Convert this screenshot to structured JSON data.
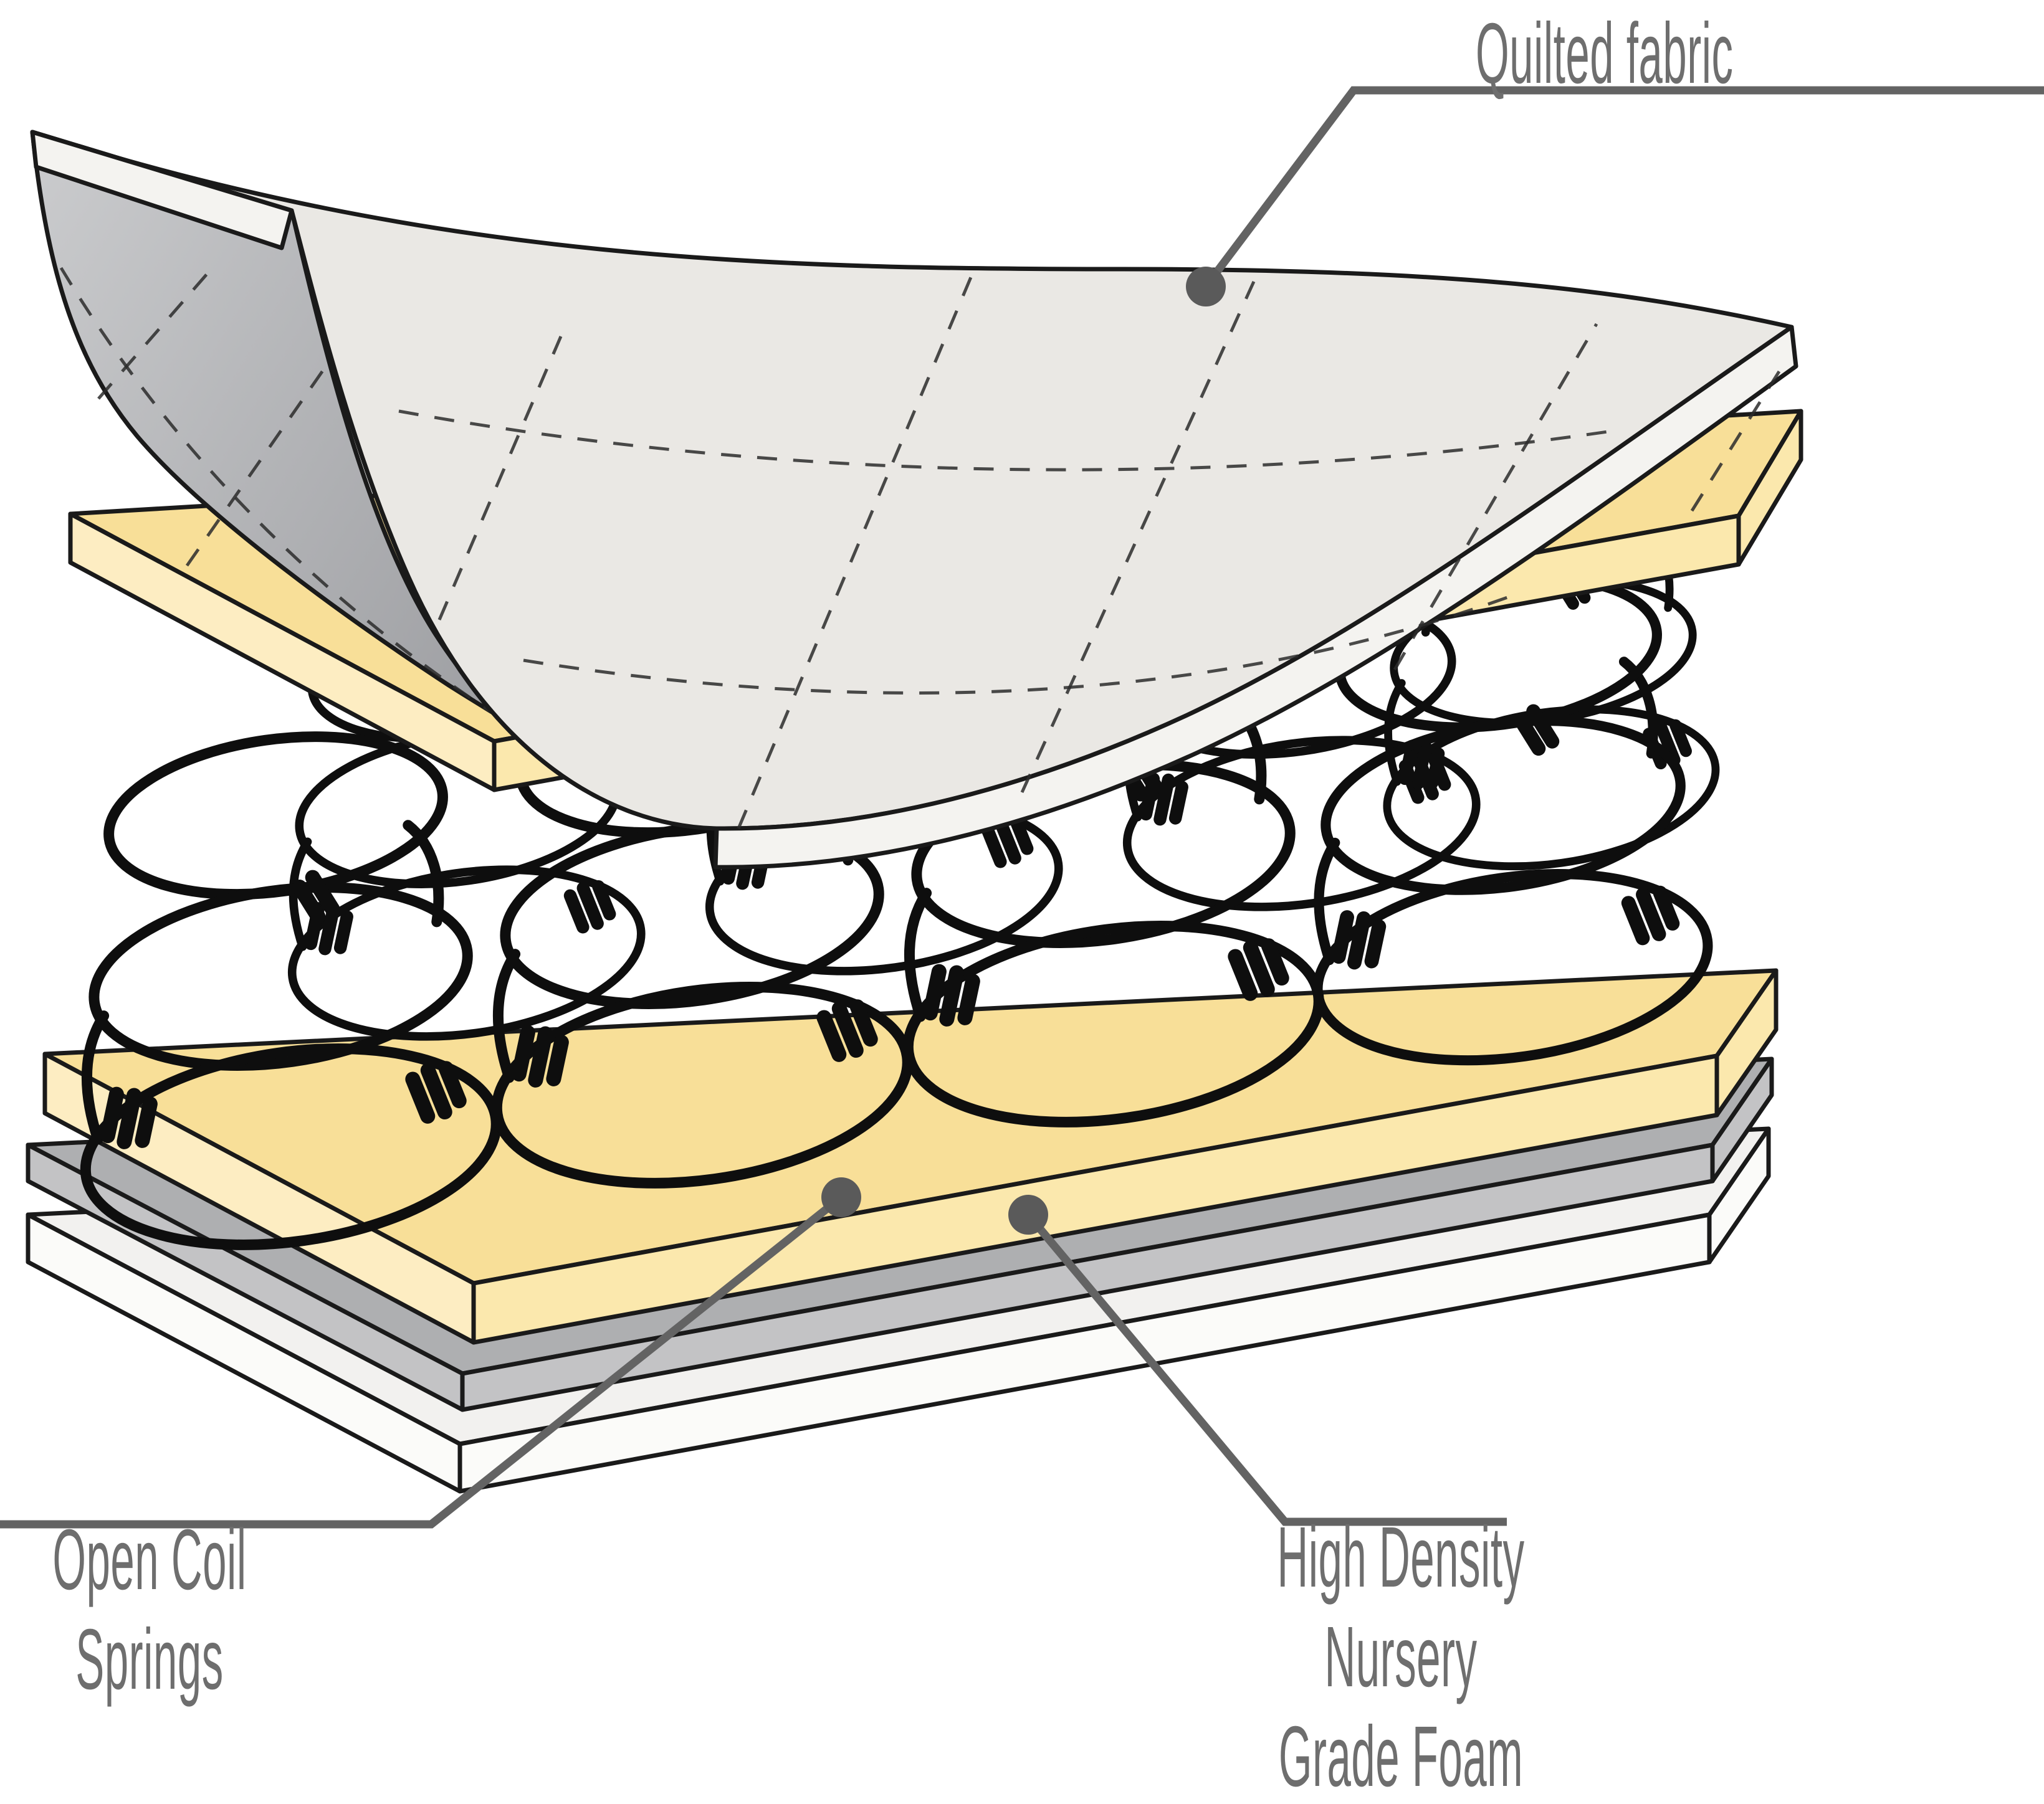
{
  "callouts": {
    "quilted_fabric": {
      "label": "Quilted fabric"
    },
    "open_coil_springs": {
      "label_line1": "Open Coil",
      "label_line2": "Springs"
    },
    "high_density_foam": {
      "label_line1": "High Density",
      "label_line2": "Nursery",
      "label_line3": "Grade Foam"
    }
  },
  "colors": {
    "background": "#ffffff",
    "label_text": "#6e6e6e",
    "leader_line": "#636363",
    "callout_dot": "#5a5a5a",
    "outline": "#1a1a1a",
    "fabric_top": "#eae8e4",
    "fabric_edge_band": "#f4f3f0",
    "fabric_underside_light": "#cbccce",
    "fabric_underside_dark": "#97989c",
    "quilt_stitch": "#2c2c2c",
    "foam_top": "#f8df98",
    "foam_front": "#fbe8ad",
    "foam_side": "#fdedc2",
    "spring_wire": "#0e0e0e",
    "gray_base_top": "#aeafb1",
    "gray_base_front": "#c3c3c5",
    "white_base_top": "#f2f1ef",
    "white_base_front": "#fbfbf9"
  }
}
